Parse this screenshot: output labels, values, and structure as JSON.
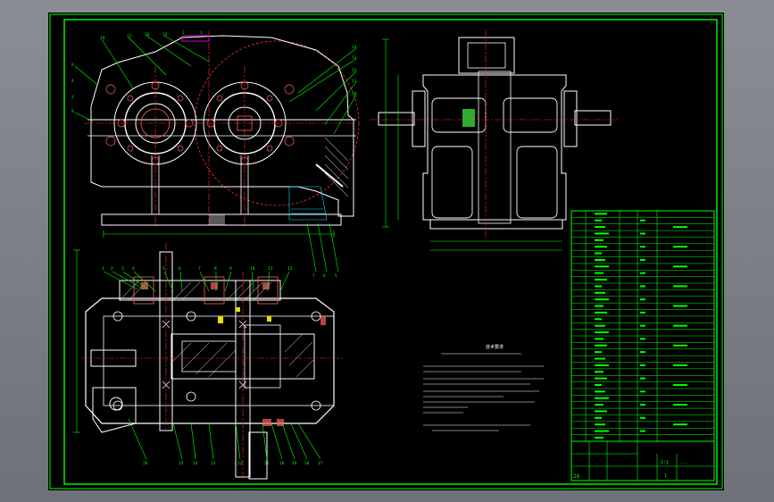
{
  "drawing": {
    "title_block_title": "...",
    "title_block_code": "26",
    "title_block_scale": "1:1",
    "title_block_sheet": "1",
    "notes_heading": "技术要求"
  },
  "colors": {
    "background": "#000000",
    "frame": "#00ff00",
    "outline": "#ffffff",
    "centerline": "#ff2b2b",
    "dimension": "#00ff00",
    "leader": "#00ff00",
    "hatch": "#ffffff",
    "highlight": "#ff6060",
    "magenta": "#ff00ff",
    "yellow": "#e8e000",
    "cyan": "#00e5ff"
  },
  "balloon_labels_front": [
    "19",
    "17",
    "16",
    "15",
    "14",
    "13",
    "12",
    "11",
    "10",
    "9",
    "8",
    "7",
    "6",
    "5",
    "4",
    "3",
    "2",
    "1"
  ],
  "balloon_labels_plan_top": [
    "1",
    "2",
    "3",
    "4",
    "5",
    "6",
    "7",
    "8",
    "9",
    "10",
    "11",
    "12"
  ],
  "balloon_labels_plan_bottom": [
    "26",
    "25",
    "24",
    "23",
    "22",
    "21",
    "20",
    "19",
    "18",
    "17"
  ]
}
